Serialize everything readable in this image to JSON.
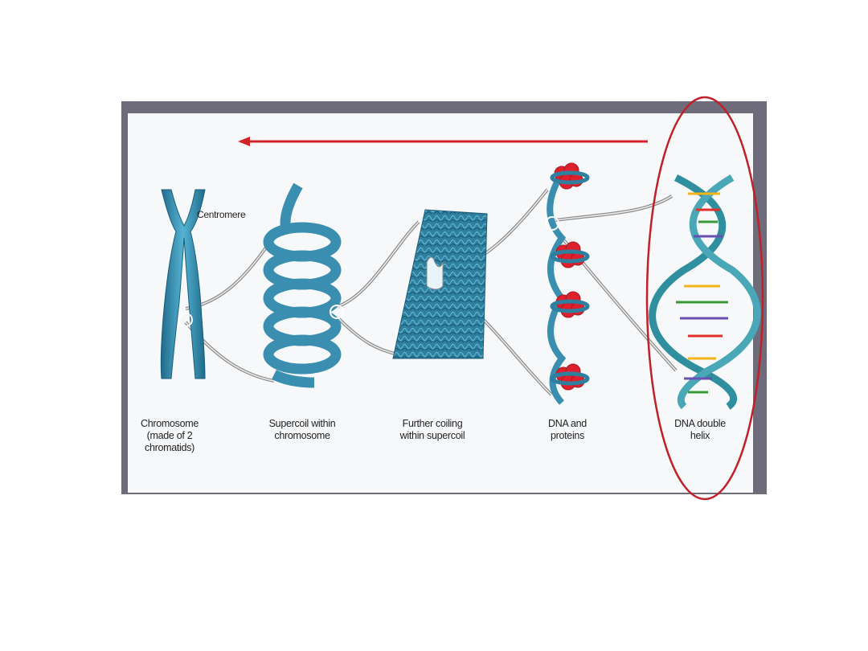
{
  "figure": {
    "callout": "Centromere",
    "stages": [
      {
        "id": "chromosome",
        "label": "Chromosome\n(made of 2\nchromatids)"
      },
      {
        "id": "supercoil",
        "label": "Supercoil within\nchromosome"
      },
      {
        "id": "further-coiling",
        "label": "Further coiling\nwithin supercoil"
      },
      {
        "id": "dna-proteins",
        "label": "DNA and\nproteins"
      },
      {
        "id": "double-helix",
        "label": "DNA double\nhelix"
      }
    ]
  },
  "annotations": {
    "arrow_direction": "right-to-left",
    "arrow_color": "#d2232a",
    "highlight": "double-helix",
    "ellipse_color": "#c0202a"
  },
  "colors": {
    "teal": "#3a8fb0",
    "teal_dark": "#1f6a8a",
    "nucleosome_red": "#e01f2d",
    "frame": "#6e6b7b"
  }
}
